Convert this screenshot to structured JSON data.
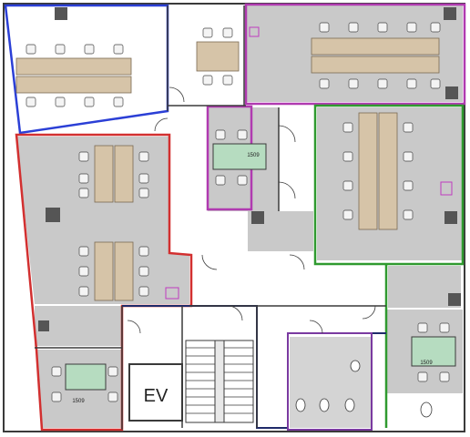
{
  "labels": {
    "ev": "EV",
    "table_a": "1509",
    "table_b": "1509",
    "table_c": "1509"
  },
  "colors": {
    "zone_blue": "#2b3fd6",
    "zone_red": "#d23030",
    "zone_magenta": "#b03ab0",
    "zone_green": "#2f9a2f",
    "zone_navy": "#1f2a6a",
    "room_fill": "#c8c8c8",
    "meeting_table": "#b6dcc0",
    "desk": "#d6c4a8",
    "wall": "#3a3a3a"
  }
}
